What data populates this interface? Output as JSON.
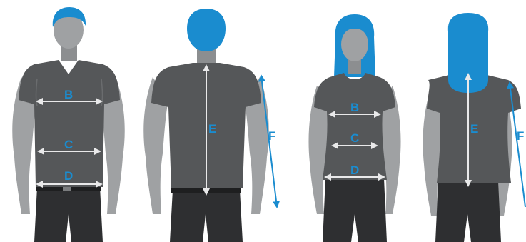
{
  "colors": {
    "skin": "#9fa1a3",
    "skin_shade": "#8c8e90",
    "shirt": "#555759",
    "shirt_seam": "#6a6c6e",
    "pants": "#2e2f31",
    "belt": "#1e1f20",
    "hair": "#1a8ccf",
    "measure_line": "#e9e9ea",
    "label": "#1a8ccf"
  },
  "figures": [
    {
      "name": "male-front",
      "labels": {
        "b": "B",
        "c": "C",
        "d": "D"
      }
    },
    {
      "name": "male-back",
      "labels": {
        "e": "E",
        "f": "F"
      }
    },
    {
      "name": "female-front",
      "labels": {
        "b": "B",
        "c": "C",
        "d": "D"
      }
    },
    {
      "name": "female-back",
      "labels": {
        "e": "E",
        "f": "F"
      }
    }
  ]
}
